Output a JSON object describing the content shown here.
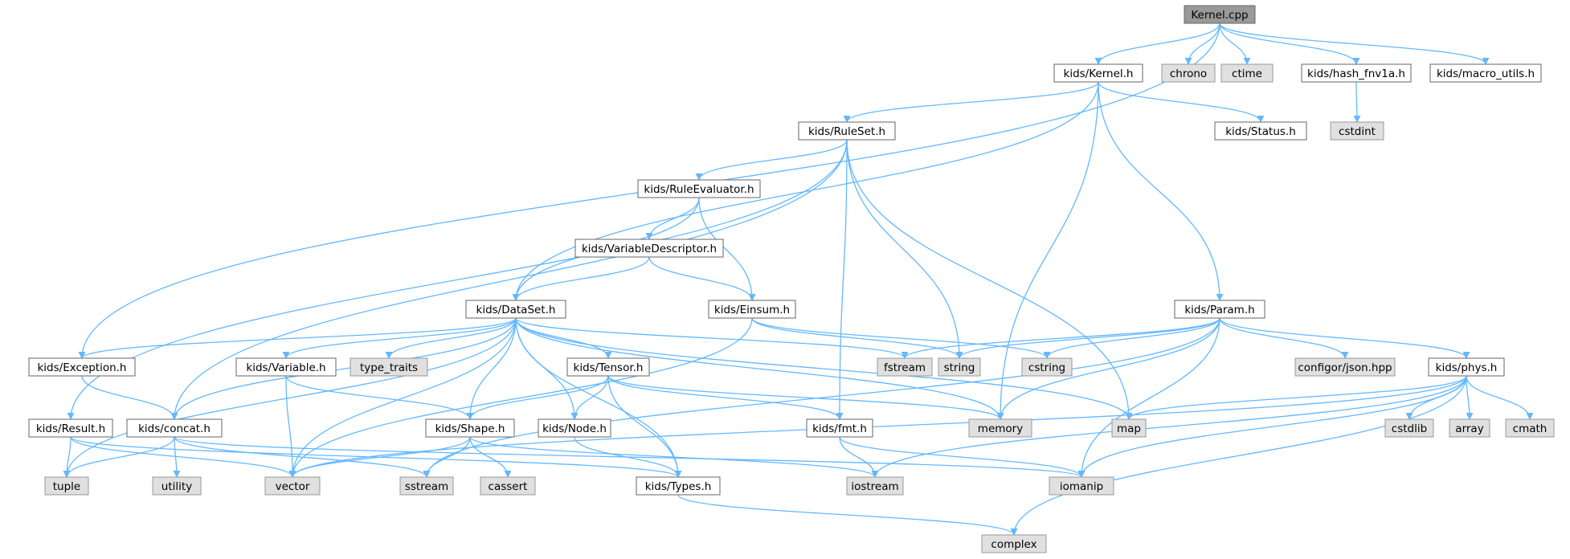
{
  "colors": {
    "edge": "#63b8ff",
    "root_fill": "#999999",
    "root_stroke": "#666666",
    "header_fill": "#ffffff",
    "header_stroke": "#666666",
    "system_fill": "#e0e0e0",
    "system_stroke": "#999999"
  },
  "nodes": [
    {
      "id": "kernel_cpp",
      "label": "Kernel.cpp",
      "kind": "root"
    },
    {
      "id": "kids_kernel",
      "label": "kids/Kernel.h",
      "kind": "header"
    },
    {
      "id": "chrono",
      "label": "chrono",
      "kind": "system"
    },
    {
      "id": "ctime",
      "label": "ctime",
      "kind": "system"
    },
    {
      "id": "hash",
      "label": "kids/hash_fnv1a.h",
      "kind": "header"
    },
    {
      "id": "macro",
      "label": "kids/macro_utils.h",
      "kind": "header"
    },
    {
      "id": "cstdint",
      "label": "cstdint",
      "kind": "system"
    },
    {
      "id": "ruleset",
      "label": "kids/RuleSet.h",
      "kind": "header"
    },
    {
      "id": "status",
      "label": "kids/Status.h",
      "kind": "header"
    },
    {
      "id": "ruleeval",
      "label": "kids/RuleEvaluator.h",
      "kind": "header"
    },
    {
      "id": "vardesc",
      "label": "kids/VariableDescriptor.h",
      "kind": "header"
    },
    {
      "id": "dataset",
      "label": "kids/DataSet.h",
      "kind": "header"
    },
    {
      "id": "einsum",
      "label": "kids/Einsum.h",
      "kind": "header"
    },
    {
      "id": "param",
      "label": "kids/Param.h",
      "kind": "header"
    },
    {
      "id": "exception",
      "label": "kids/Exception.h",
      "kind": "header"
    },
    {
      "id": "variable",
      "label": "kids/Variable.h",
      "kind": "header"
    },
    {
      "id": "type_traits",
      "label": "type_traits",
      "kind": "system"
    },
    {
      "id": "tensor",
      "label": "kids/Tensor.h",
      "kind": "header"
    },
    {
      "id": "fstream",
      "label": "fstream",
      "kind": "system"
    },
    {
      "id": "string",
      "label": "string",
      "kind": "system"
    },
    {
      "id": "cstring",
      "label": "cstring",
      "kind": "system"
    },
    {
      "id": "configor",
      "label": "configor/json.hpp",
      "kind": "system"
    },
    {
      "id": "phys",
      "label": "kids/phys.h",
      "kind": "header"
    },
    {
      "id": "result",
      "label": "kids/Result.h",
      "kind": "header"
    },
    {
      "id": "concat",
      "label": "kids/concat.h",
      "kind": "header"
    },
    {
      "id": "shape",
      "label": "kids/Shape.h",
      "kind": "header"
    },
    {
      "id": "node",
      "label": "kids/Node.h",
      "kind": "header"
    },
    {
      "id": "fmt",
      "label": "kids/fmt.h",
      "kind": "header"
    },
    {
      "id": "memory",
      "label": "memory",
      "kind": "system"
    },
    {
      "id": "map",
      "label": "map",
      "kind": "system"
    },
    {
      "id": "cstdlib",
      "label": "cstdlib",
      "kind": "system"
    },
    {
      "id": "array",
      "label": "array",
      "kind": "system"
    },
    {
      "id": "cmath",
      "label": "cmath",
      "kind": "system"
    },
    {
      "id": "tuple",
      "label": "tuple",
      "kind": "system"
    },
    {
      "id": "utility",
      "label": "utility",
      "kind": "system"
    },
    {
      "id": "vector",
      "label": "vector",
      "kind": "system"
    },
    {
      "id": "sstream",
      "label": "sstream",
      "kind": "system"
    },
    {
      "id": "cassert",
      "label": "cassert",
      "kind": "system"
    },
    {
      "id": "types",
      "label": "kids/Types.h",
      "kind": "header"
    },
    {
      "id": "iostream",
      "label": "iostream",
      "kind": "system"
    },
    {
      "id": "iomanip",
      "label": "iomanip",
      "kind": "system"
    },
    {
      "id": "complex",
      "label": "complex",
      "kind": "system"
    }
  ],
  "edges": [
    [
      "kernel_cpp",
      "kids_kernel"
    ],
    [
      "kernel_cpp",
      "chrono"
    ],
    [
      "kernel_cpp",
      "ctime"
    ],
    [
      "kernel_cpp",
      "hash"
    ],
    [
      "kernel_cpp",
      "macro"
    ],
    [
      "kernel_cpp",
      "exception"
    ],
    [
      "hash",
      "cstdint"
    ],
    [
      "kids_kernel",
      "ruleset"
    ],
    [
      "kids_kernel",
      "status"
    ],
    [
      "kids_kernel",
      "param"
    ],
    [
      "kids_kernel",
      "dataset"
    ],
    [
      "kids_kernel",
      "memory"
    ],
    [
      "ruleset",
      "ruleeval"
    ],
    [
      "ruleset",
      "string"
    ],
    [
      "ruleset",
      "map"
    ],
    [
      "ruleset",
      "fmt"
    ],
    [
      "ruleset",
      "concat"
    ],
    [
      "ruleset",
      "result"
    ],
    [
      "ruleeval",
      "vardesc"
    ],
    [
      "ruleeval",
      "dataset"
    ],
    [
      "ruleeval",
      "einsum"
    ],
    [
      "vardesc",
      "dataset"
    ],
    [
      "vardesc",
      "einsum"
    ],
    [
      "einsum",
      "string"
    ],
    [
      "einsum",
      "cstring"
    ],
    [
      "einsum",
      "vector"
    ],
    [
      "dataset",
      "exception"
    ],
    [
      "dataset",
      "variable"
    ],
    [
      "dataset",
      "type_traits"
    ],
    [
      "dataset",
      "tensor"
    ],
    [
      "dataset",
      "shape"
    ],
    [
      "dataset",
      "node"
    ],
    [
      "dataset",
      "types"
    ],
    [
      "dataset",
      "fstream"
    ],
    [
      "dataset",
      "memory"
    ],
    [
      "dataset",
      "map"
    ],
    [
      "dataset",
      "concat"
    ],
    [
      "dataset",
      "vector"
    ],
    [
      "dataset",
      "tuple"
    ],
    [
      "param",
      "fstream"
    ],
    [
      "param",
      "string"
    ],
    [
      "param",
      "cstring"
    ],
    [
      "param",
      "configor"
    ],
    [
      "param",
      "phys"
    ],
    [
      "param",
      "memory"
    ],
    [
      "param",
      "iomanip"
    ],
    [
      "param",
      "sstream"
    ],
    [
      "exception",
      "concat"
    ],
    [
      "variable",
      "shape"
    ],
    [
      "variable",
      "vector"
    ],
    [
      "tensor",
      "shape"
    ],
    [
      "tensor",
      "node"
    ],
    [
      "tensor",
      "fmt"
    ],
    [
      "tensor",
      "types"
    ],
    [
      "tensor",
      "memory"
    ],
    [
      "phys",
      "map"
    ],
    [
      "phys",
      "cstdlib"
    ],
    [
      "phys",
      "array"
    ],
    [
      "phys",
      "cmath"
    ],
    [
      "phys",
      "iostream"
    ],
    [
      "phys",
      "iomanip"
    ],
    [
      "phys",
      "complex"
    ],
    [
      "phys",
      "vector"
    ],
    [
      "result",
      "tuple"
    ],
    [
      "result",
      "vector"
    ],
    [
      "result",
      "types"
    ],
    [
      "concat",
      "utility"
    ],
    [
      "concat",
      "tuple"
    ],
    [
      "concat",
      "sstream"
    ],
    [
      "concat",
      "iomanip"
    ],
    [
      "shape",
      "vector"
    ],
    [
      "shape",
      "sstream"
    ],
    [
      "shape",
      "cassert"
    ],
    [
      "shape",
      "iostream"
    ],
    [
      "node",
      "types"
    ],
    [
      "fmt",
      "iostream"
    ],
    [
      "fmt",
      "iomanip"
    ],
    [
      "types",
      "complex"
    ]
  ]
}
